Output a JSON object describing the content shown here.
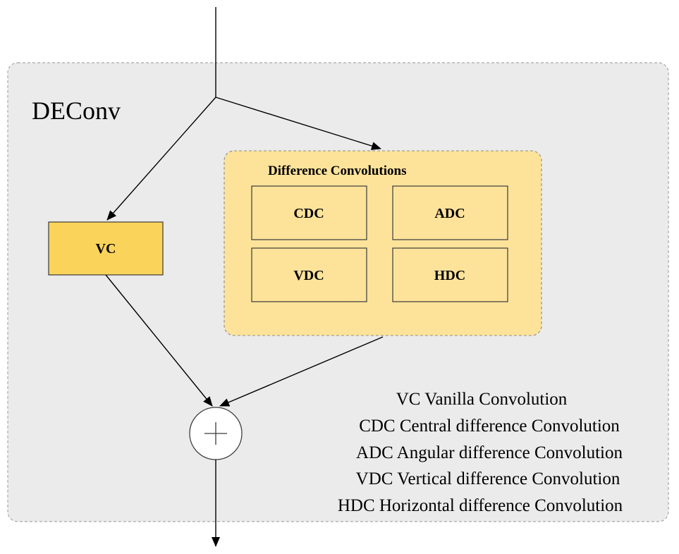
{
  "module": {
    "title": "DEConv"
  },
  "vc_block": {
    "label": "VC",
    "fill": "#FAD35B"
  },
  "difference_group": {
    "title": "Difference Convolutions",
    "fill": "#FDE39A",
    "blocks": [
      {
        "label": "CDC"
      },
      {
        "label": "ADC"
      },
      {
        "label": "VDC"
      },
      {
        "label": "HDC"
      }
    ]
  },
  "sum_node": {
    "symbol": "plus"
  },
  "legend": [
    "VC Vanilla Convolution",
    "CDC Central difference Convolution",
    "ADC Angular difference Convolution",
    "VDC Vertical difference Convolution",
    "HDC Horizontal difference Convolution"
  ],
  "colors": {
    "module_bg": "#EBEBEB",
    "module_border": "#A8A8A8",
    "block_border": "#3A3A3A",
    "arrow": "#000000"
  }
}
